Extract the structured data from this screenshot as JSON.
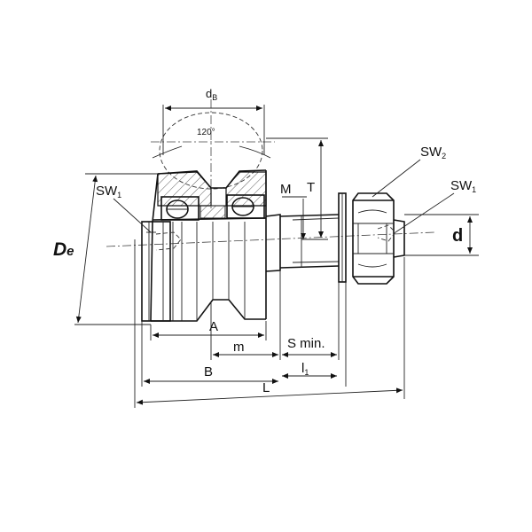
{
  "labels": {
    "dB_main": "d",
    "dB_sub": "B",
    "angle": "120°",
    "SW2_main": "SW",
    "SW2_sub": "2",
    "SW1_right_main": "SW",
    "SW1_right_sub": "1",
    "SW1_left_main": "SW",
    "SW1_left_sub": "1",
    "M": "M",
    "T": "T",
    "De_main": "D",
    "De_sub": "e",
    "d": "d",
    "A": "A",
    "m": "m",
    "S_min": "S min.",
    "B": "B",
    "l1_main": "l",
    "l1_sub": "1",
    "L": "L"
  }
}
